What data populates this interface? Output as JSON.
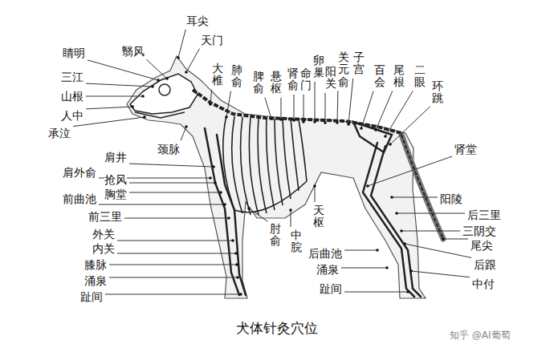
{
  "diagram": {
    "caption": "犬体针灸穴位",
    "labels": [
      "睛明",
      "翳风",
      "耳尖",
      "天门",
      "三江",
      "山根",
      "人中",
      "承泣",
      "大椎",
      "肺俞",
      "颈脉",
      "脾俞",
      "悬枢",
      "肾俞",
      "命门",
      "卵巢",
      "阳关",
      "关元俞",
      "子宫",
      "百会",
      "尾根",
      "二眼",
      "环跳",
      "肩井",
      "肩外俞",
      "抢风",
      "胸堂",
      "前曲池",
      "前三里",
      "外关",
      "内关",
      "膝脉",
      "涌泉",
      "趾间",
      "肘俞",
      "中脘",
      "天枢",
      "后曲池",
      "涌泉",
      "趾间",
      "肾堂",
      "阳陵",
      "后三里",
      "三阴交",
      "尾尖",
      "后跟",
      "中付",
      "知乎 @AI葡萄"
    ]
  }
}
